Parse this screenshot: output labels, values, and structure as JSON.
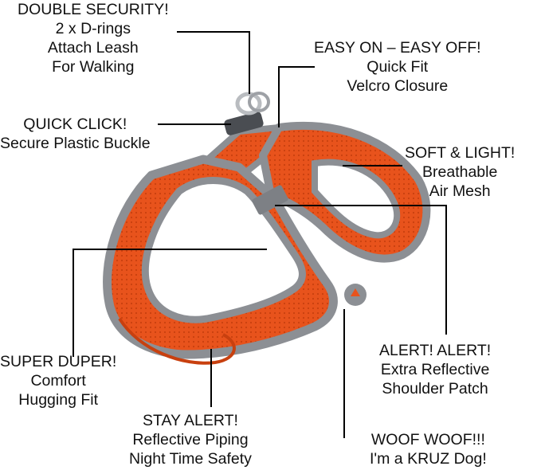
{
  "callouts": {
    "double_security": [
      "DOUBLE SECURITY!",
      "2 x D-rings",
      "Attach Leash",
      "For Walking"
    ],
    "easy_on": [
      "EASY ON – EASY OFF!",
      "Quick Fit",
      "Velcro Closure"
    ],
    "quick_click": [
      "QUICK CLICK!",
      "Secure Plastic Buckle"
    ],
    "soft_light": [
      "SOFT & LIGHT!",
      "Breathable",
      "Air Mesh"
    ],
    "super_duper": [
      "SUPER DUPER!",
      "Comfort",
      "Hugging Fit"
    ],
    "alert": [
      "ALERT! ALERT!",
      "Extra Reflective",
      "Shoulder Patch"
    ],
    "stay_alert": [
      "STAY ALERT!",
      "Reflective Piping",
      "Night Time Safety"
    ],
    "woof": [
      "WOOF WOOF!!!",
      "I'm a KRUZ Dog!"
    ]
  },
  "colors": {
    "mesh": "#e8531c",
    "piping": "#8c8f94",
    "line": "#000000"
  }
}
